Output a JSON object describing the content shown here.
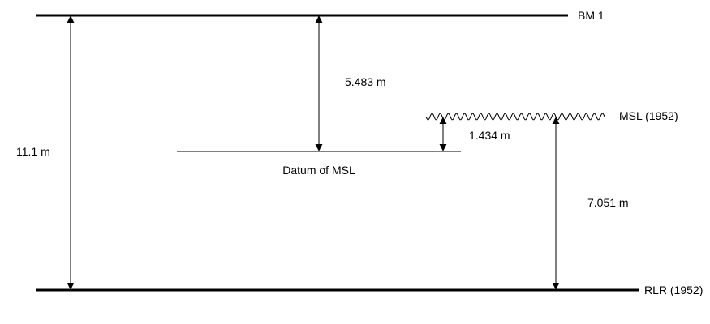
{
  "labels": {
    "bm1": "BM 1",
    "msl_1952": "MSL (1952)",
    "rlr_1952": "RLR (1952)",
    "datum_msl": "Datum of MSL"
  },
  "measurements": {
    "bm1_to_rlr": "11.1 m",
    "bm1_to_datum": "5.483 m",
    "datum_to_msl": "1.434 m",
    "msl_to_rlr": "7.051 m"
  },
  "colors": {
    "line": "#000000",
    "background": "#ffffff"
  }
}
